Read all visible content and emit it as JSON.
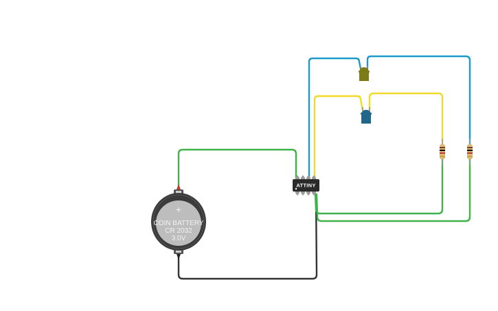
{
  "colors": {
    "background": "#ffffff",
    "wire_green": "#3fb24a",
    "wire_blue": "#1e9ac9",
    "wire_yellow": "#f2d92a",
    "wire_black": "#333333",
    "led_olive": "#7d7a18",
    "led_teal": "#1f6688",
    "battery_body": "#3b3b3b",
    "battery_face": "#bdbdbd",
    "chip_body": "#2a2a2a",
    "pin": "#9a9a9a",
    "resistor_body": "#d9b980"
  },
  "battery": {
    "plus_symbol": "+",
    "label_line1": "COIN BATTERY",
    "label_line2": "CR 2032",
    "label_line3": "3.0V"
  },
  "chip": {
    "label": "ATTINY"
  },
  "components": {
    "leds": [
      {
        "name": "led-olive",
        "icon": "led-icon",
        "color": "#7d7a18"
      },
      {
        "name": "led-teal",
        "icon": "led-icon",
        "color": "#1f6688"
      }
    ],
    "resistors": [
      {
        "name": "resistor-left",
        "icon": "resistor-icon"
      },
      {
        "name": "resistor-right",
        "icon": "resistor-icon"
      }
    ]
  }
}
